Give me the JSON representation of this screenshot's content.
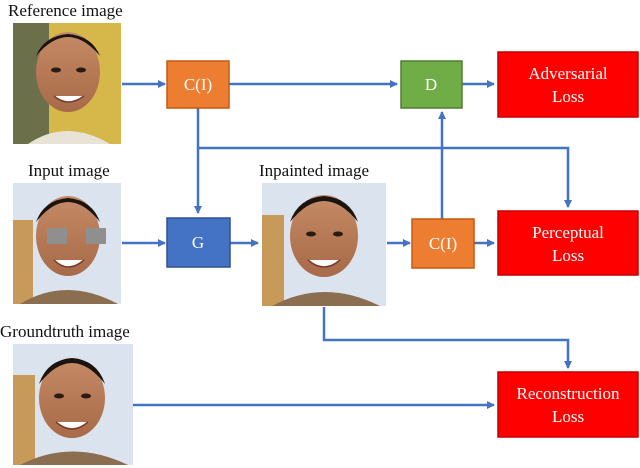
{
  "images": {
    "reference": {
      "label": "Reference image"
    },
    "input": {
      "label": "Input image"
    },
    "inpainted": {
      "label": "Inpainted image"
    },
    "groundtruth": {
      "label": "Groundtruth image"
    }
  },
  "blocks": {
    "c_top": {
      "label": "C(I)",
      "color": "#ED7D31"
    },
    "d": {
      "label": "D",
      "color": "#70AD47"
    },
    "g": {
      "label": "G",
      "color": "#4472C4"
    },
    "c_bottom": {
      "label": "C(I)",
      "color": "#ED7D31"
    }
  },
  "losses": {
    "adversarial": {
      "line1": "Adversarial",
      "line2": "Loss",
      "color": "#FF0000"
    },
    "perceptual": {
      "line1": "Perceptual",
      "line2": "Loss",
      "color": "#FF0000"
    },
    "reconstruction": {
      "line1": "Reconstruction",
      "line2": "Loss",
      "color": "#FF0000"
    }
  },
  "arrow_color": "#4472C4"
}
